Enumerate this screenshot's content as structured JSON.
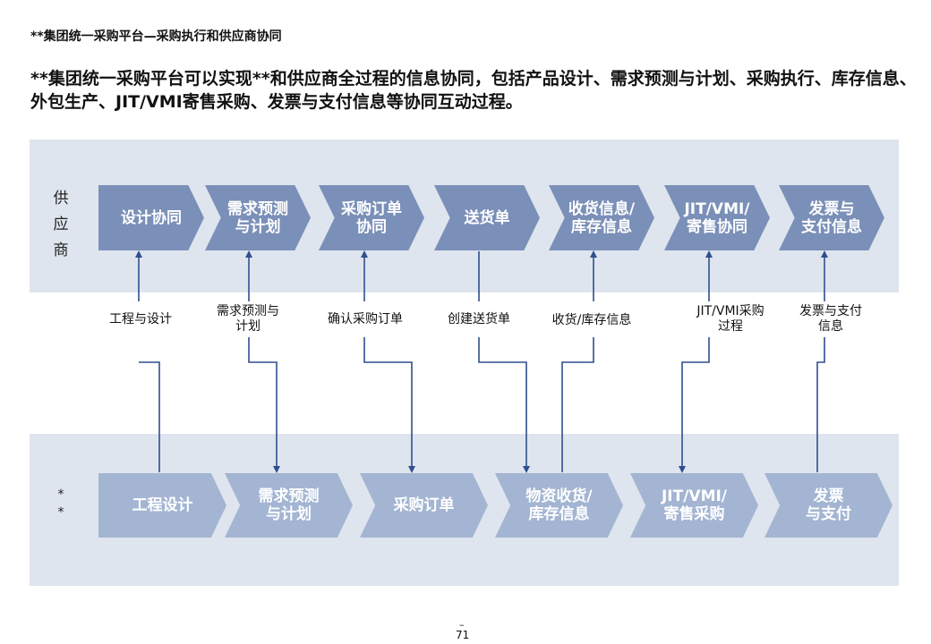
{
  "header": {
    "subtitle": "**集团统一采购平台—采购执行和供应商协同",
    "headline": "**集团统一采购平台可以实现**和供应商全过程的信息协同，包括产品设计、需求预测与计划、采购执行、库存信息、外包生产、JIT/VMI寄售采购、发票与支付信息等协同互动过程。"
  },
  "lanes": {
    "top_label": "供\n应\n商",
    "bottom_label": "*\n*"
  },
  "supplier_steps": [
    {
      "label": "设计协同"
    },
    {
      "label": "需求预测\n与计划"
    },
    {
      "label": "采购订单\n协同"
    },
    {
      "label": "送货单"
    },
    {
      "label": "收货信息/\n库存信息"
    },
    {
      "label": "JIT/VMI/\n寄售协同"
    },
    {
      "label": "发票与\n支付信息"
    }
  ],
  "group_steps": [
    {
      "label": "工程设计"
    },
    {
      "label": "需求预测\n与计划"
    },
    {
      "label": "采购订单"
    },
    {
      "label": "物资收货/\n库存信息"
    },
    {
      "label": "JIT/VMI/\n寄售采购"
    },
    {
      "label": "发票\n与支付"
    }
  ],
  "flows": [
    {
      "label": "工程与设计",
      "direction": "up"
    },
    {
      "label": "需求预测与\n计划",
      "direction": "down"
    },
    {
      "label": "确认采购订单",
      "direction": "down"
    },
    {
      "label": "创建送货单",
      "direction": "down"
    },
    {
      "label": "收货/库存信息",
      "direction": "up"
    },
    {
      "label": "JIT/VMI采购\n过程",
      "direction": "down"
    },
    {
      "label": "发票与支付\n信息",
      "direction": "up"
    }
  ],
  "colors": {
    "lane_bg": "#dfe5ee",
    "supplier_chevron": "#7b90b8",
    "group_chevron": "#a3b5d2",
    "connector": "#2f4f8f"
  },
  "footer": {
    "dash": "–",
    "page_number": "71"
  }
}
